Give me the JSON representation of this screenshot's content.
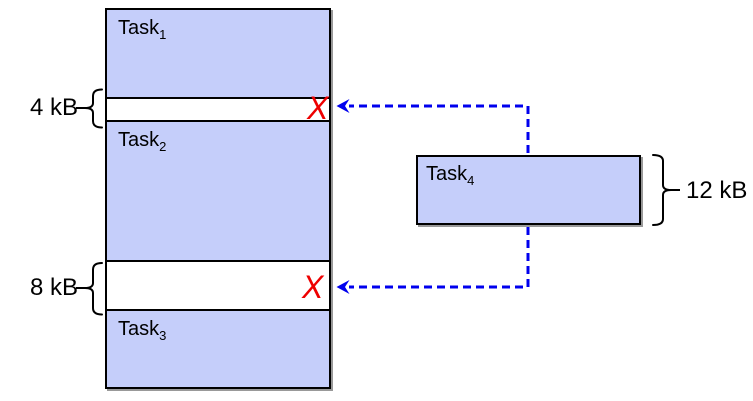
{
  "colors": {
    "background": "#ffffff",
    "task_fill": "#c5cefa",
    "outline": "#000000",
    "arrow_blue": "#0000ee",
    "reject_x_red": "#ee0000",
    "shadow_gray": "#999999"
  },
  "memory_column": {
    "segments": [
      {
        "type": "task",
        "text": "Task",
        "sub": "1"
      },
      {
        "type": "free-gap",
        "size": "4 kB"
      },
      {
        "type": "task",
        "text": "Task",
        "sub": "2"
      },
      {
        "type": "free-gap",
        "size": "8 kB"
      },
      {
        "type": "task",
        "text": "Task",
        "sub": "3"
      }
    ]
  },
  "incoming_task": {
    "text": "Task",
    "sub": "4",
    "size": "12 kB"
  },
  "reject_mark": "X"
}
